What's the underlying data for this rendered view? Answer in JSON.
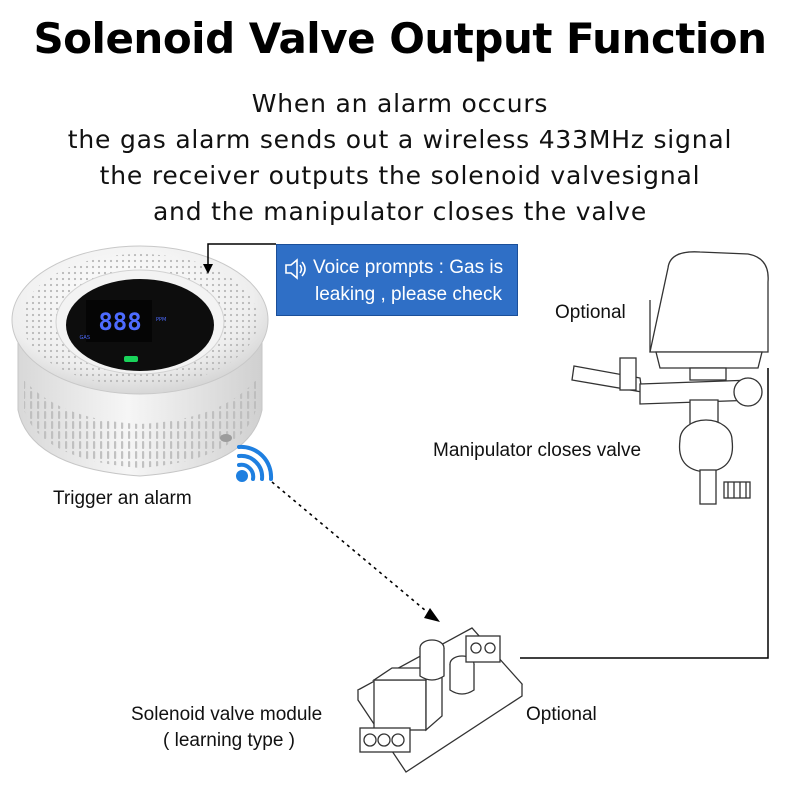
{
  "title": "Solenoid Valve Output Function",
  "description": [
    "When an alarm occurs",
    "the gas alarm sends out a wireless 433MHz signal",
    "the receiver outputs the solenoid valvesignal",
    "and the manipulator closes the valve"
  ],
  "voice_prompt": {
    "line1": "Voice prompts : Gas is",
    "line2": "leaking , please check"
  },
  "labels": {
    "optional_top": "Optional",
    "manipulator": "Manipulator closes valve",
    "trigger": "Trigger an alarm",
    "module_line1": "Solenoid valve module",
    "module_line2": "( learning type )",
    "optional_bottom": "Optional"
  },
  "display": {
    "digits": "888",
    "side_left": "GAS",
    "side_right": "PPM"
  },
  "colors": {
    "voice_box": "#2f6fc6",
    "lcd_background": "#000000",
    "lcd_digits": "#4d6bff",
    "wireless_icon": "#1e7fe0"
  },
  "icons": [
    "speaker-icon",
    "wireless-signal-icon"
  ]
}
